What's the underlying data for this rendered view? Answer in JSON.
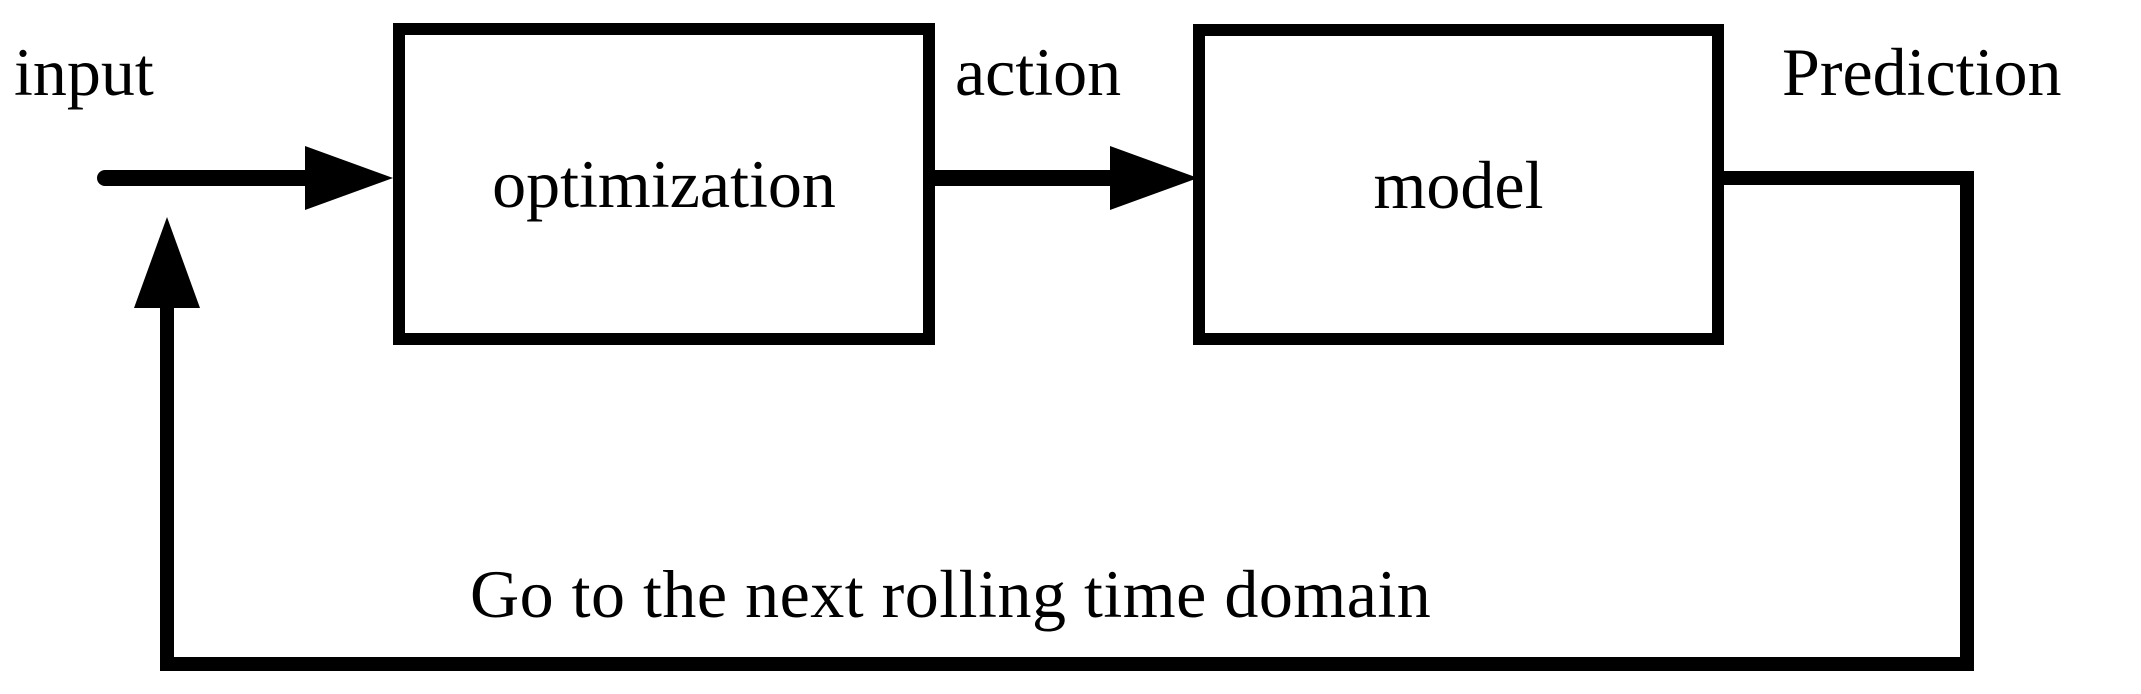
{
  "diagram": {
    "type": "block-diagram-control-loop",
    "background_color": "#ffffff",
    "stroke_color": "#000000",
    "blocks": [
      {
        "id": "optimization",
        "label": "optimization"
      },
      {
        "id": "model",
        "label": "model"
      }
    ],
    "edge_labels": {
      "input": "input",
      "action": "action",
      "prediction": "Prediction",
      "feedback": "Go to the next rolling time domain"
    }
  }
}
